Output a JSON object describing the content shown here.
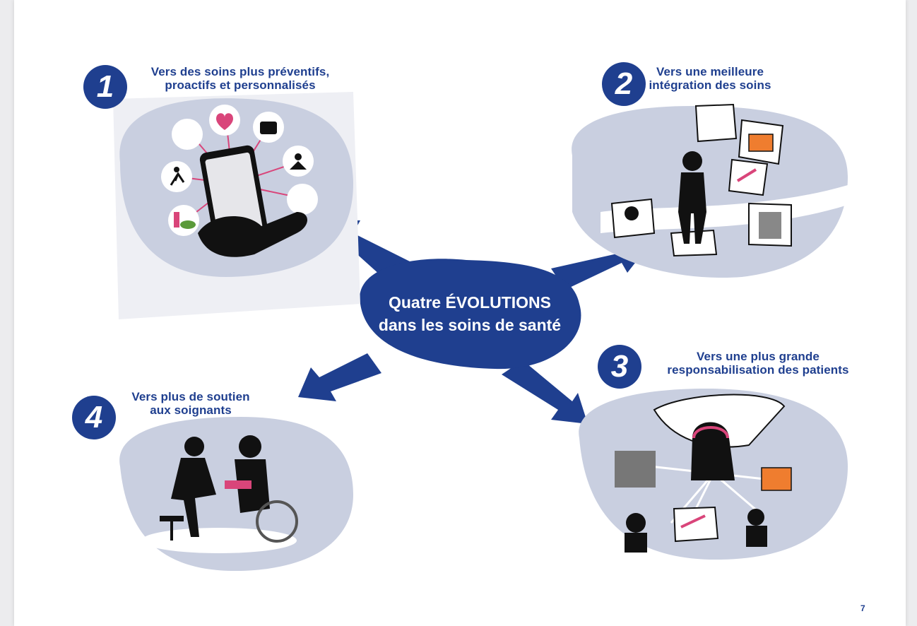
{
  "center": {
    "line1": "Quatre ÉVOLUTIONS",
    "line2": "dans les soins de santé"
  },
  "evolutions": [
    {
      "number": "1",
      "line1": "Vers des soins plus préventifs,",
      "line2": "proactifs et personnalisés"
    },
    {
      "number": "2",
      "line1": "Vers une meilleure",
      "line2": "intégration des soins"
    },
    {
      "number": "3",
      "line1": "Vers une plus grande",
      "line2": "responsabilisation des patients"
    },
    {
      "number": "4",
      "line1": "Vers plus de soutien",
      "line2": "aux soignants"
    }
  ],
  "page_number": "7",
  "colors": {
    "primary_blue": "#1f3f8f",
    "blob_fill": "#c9cfe0",
    "accent_pink": "#d9457a",
    "accent_orange": "#ef7d2f",
    "silhouette": "#111111"
  }
}
